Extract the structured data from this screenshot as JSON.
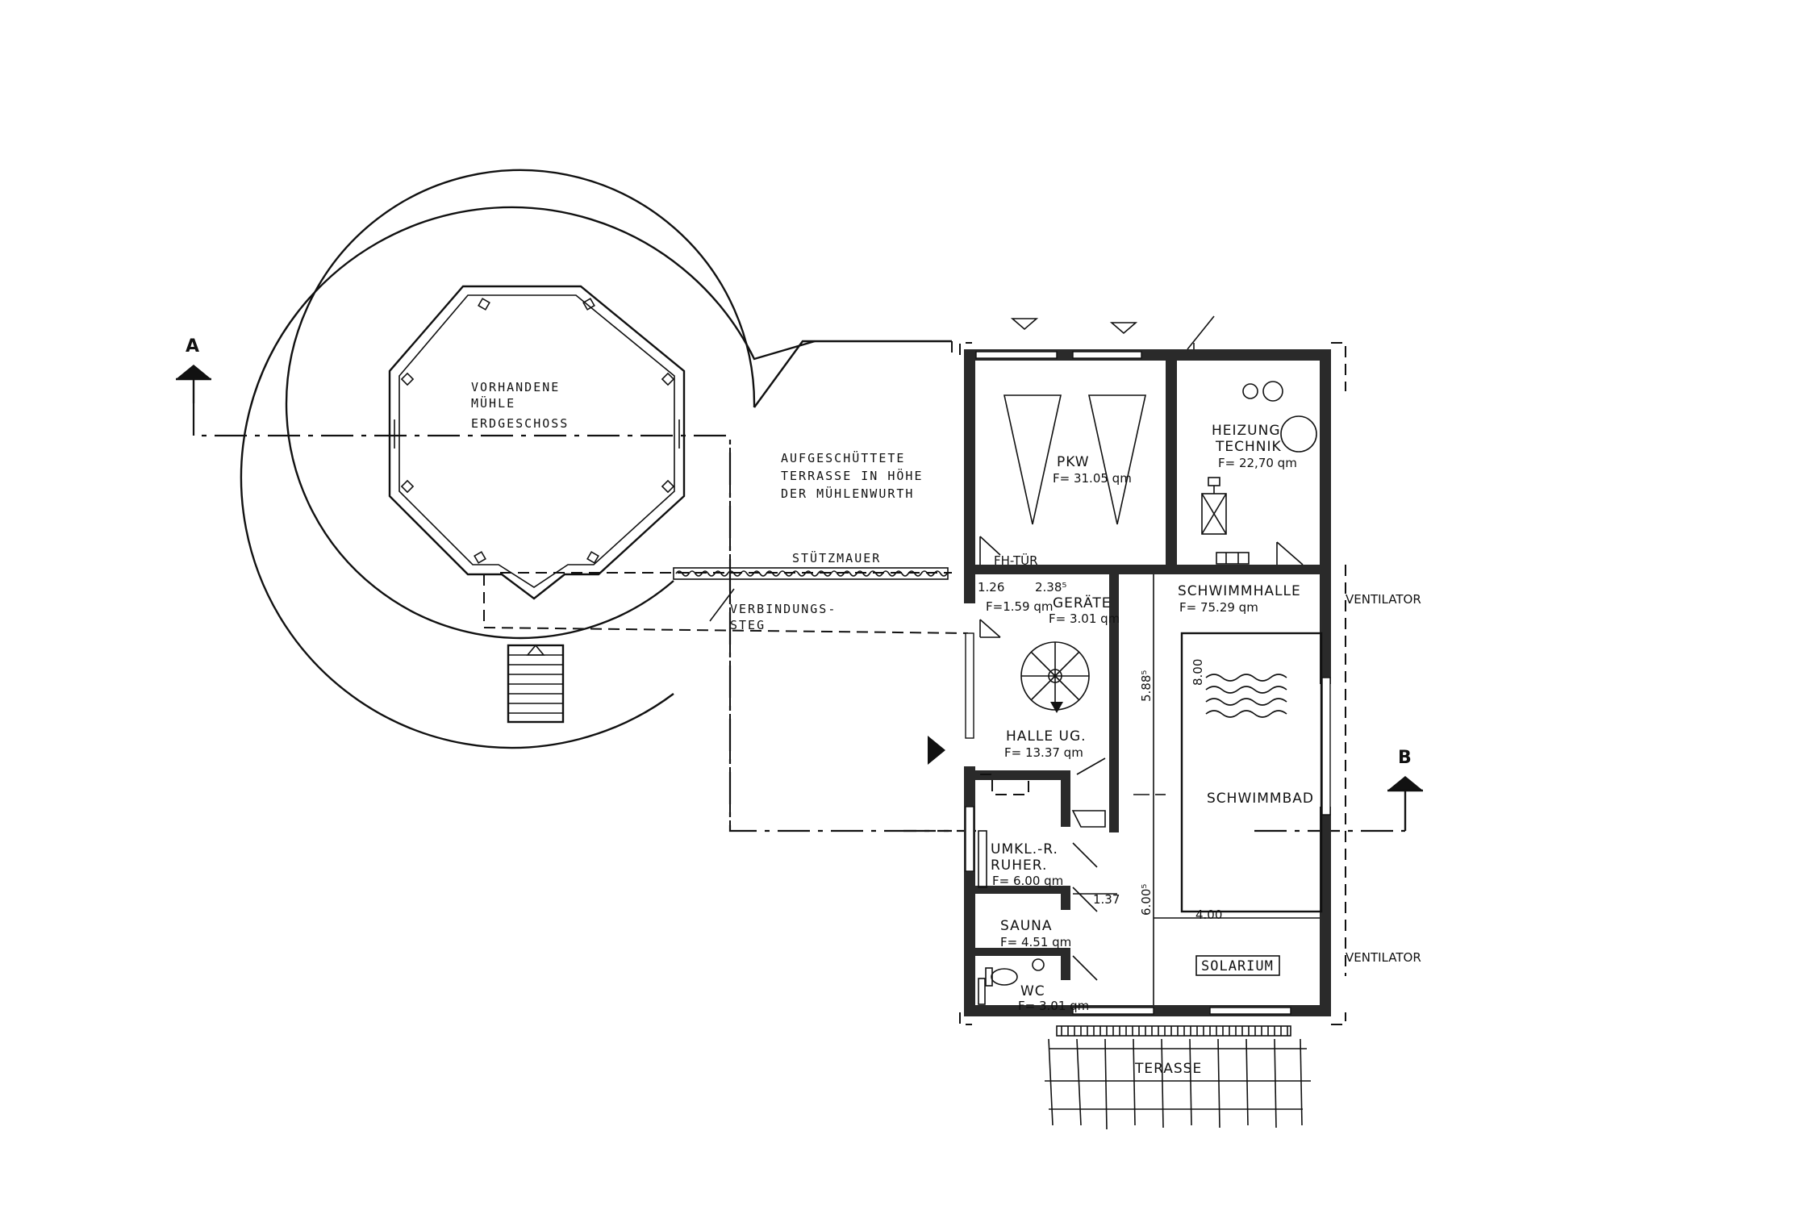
{
  "section_a": "A",
  "section_b": "B",
  "mill": {
    "line1": "VORHANDENE",
    "line2": "MÜHLE",
    "line3": "ERDGESCHOSS"
  },
  "terrace_note": {
    "line1": "AUFGESCHÜTTETE",
    "line2": "TERRASSE IN HÖHE",
    "line3": "DER MÜHLENWURTH"
  },
  "retaining_wall": "STÜTZMAUER",
  "walkway": {
    "line1": "VERBINDUNGS-",
    "line2": "STEG"
  },
  "pkw": {
    "name": "PKW",
    "area": "F= 31.05 qm"
  },
  "heating": {
    "line1": "HEIZUNG",
    "line2": "TECHNIK",
    "area": "F= 22,70 qm"
  },
  "fh_door": "FH-TÜR",
  "dim_126": "1.26",
  "dim_2385": "2.38⁵",
  "small_area": "F=1.59 qm",
  "geraete": {
    "name": "GERÄTE",
    "area": "F= 3.01 qm"
  },
  "hall": {
    "name": "SCHWIMMHALLE",
    "area": "F= 75.29 qm"
  },
  "ventilator_top": "VENTILATOR",
  "ventilator_bottom": "VENTILATOR",
  "halle_ug": {
    "name": "HALLE UG.",
    "area": "F= 13.37 qm"
  },
  "dim_5885": "5.88⁵",
  "dim_6005": "6.00⁵",
  "dim_800": "8.00",
  "dim_400": "4.00",
  "dim_137": "1.37",
  "pool": "SCHWIMMBAD",
  "umkl": {
    "line1": "UMKL.-R.",
    "line2": "RUHER.",
    "area": "F= 6.00 qm"
  },
  "sauna": {
    "name": "SAUNA",
    "area": "F= 4.51 qm"
  },
  "wc": {
    "name": "WC",
    "area": "F= 3.01 qm"
  },
  "solarium": "SOLARIUM",
  "terasse": "TERASSE"
}
